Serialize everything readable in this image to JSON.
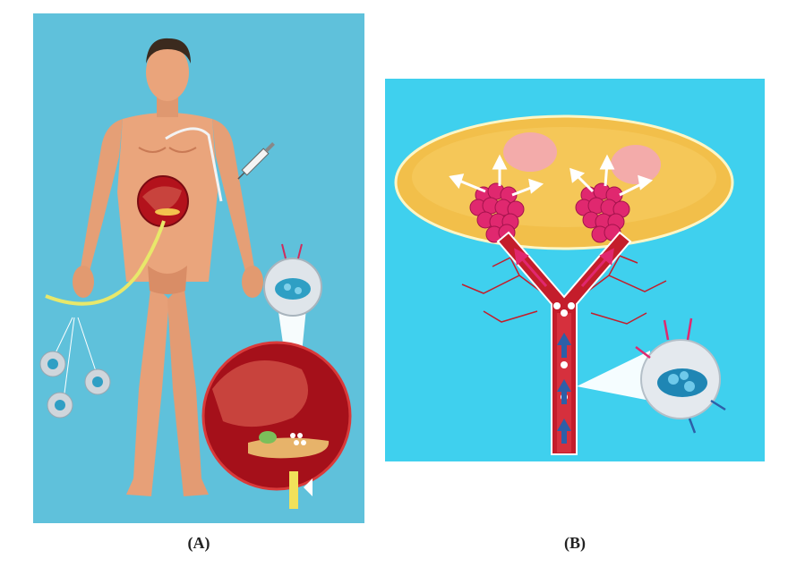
{
  "panels": [
    {
      "id": "A",
      "caption": "(A)",
      "bg": "#5fc1db"
    },
    {
      "id": "B",
      "caption": "(B)",
      "bg": "#3fd0ee"
    }
  ],
  "colors": {
    "skin": "#e9a27a",
    "skin_shadow": "#c97a55",
    "hair": "#3b2a1e",
    "organ_red": "#b3121c",
    "liver": "#c8433d",
    "islet_pink": "#e0286f",
    "tissue_yellow": "#f3c24e",
    "vessel_red": "#c41d2b",
    "arrow_blue": "#2d5fa8",
    "capsule_teal": "#2f9fc4"
  }
}
